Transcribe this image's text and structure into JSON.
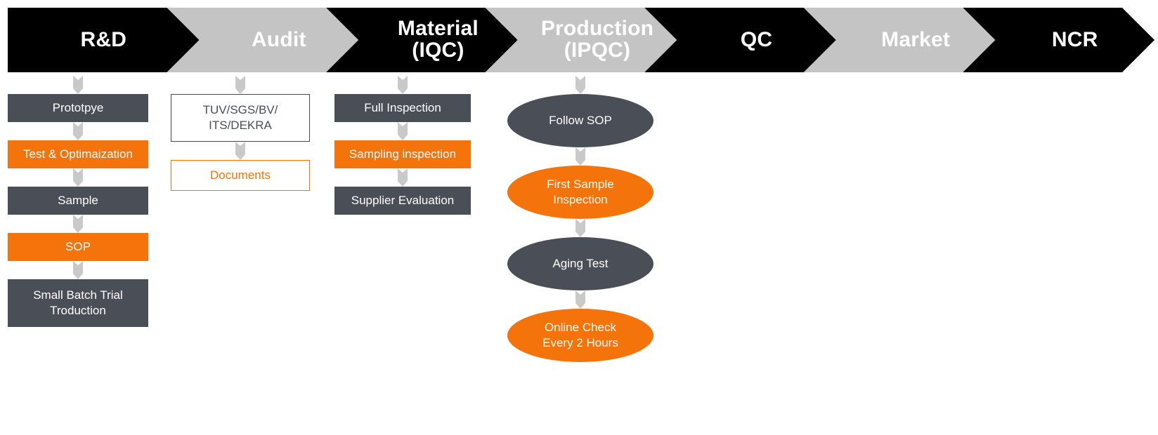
{
  "colors": {
    "black": "#000000",
    "light_gray": "#C4C4C4",
    "dark_slate": "#4A4E57",
    "orange": "#F5730B",
    "white": "#FFFFFF",
    "outline_dark": "#43474F",
    "connector_gray": "#C9C9C9"
  },
  "banner": {
    "stages": [
      {
        "label": "R&D",
        "fill": "black",
        "text": "#FFFFFF"
      },
      {
        "label": "Audit",
        "fill": "light_gray",
        "text": "#FFFFFF"
      },
      {
        "label": "Material\n(IQC)",
        "fill": "black",
        "text": "#FFFFFF"
      },
      {
        "label": "Production\n(IPQC)",
        "fill": "light_gray",
        "text": "#FFFFFF"
      },
      {
        "label": "QC",
        "fill": "black",
        "text": "#FFFFFF"
      },
      {
        "label": "Market",
        "fill": "light_gray",
        "text": "#FFFFFF"
      },
      {
        "label": "NCR",
        "fill": "black",
        "text": "#FFFFFF"
      }
    ]
  },
  "columns": [
    {
      "name": "rd",
      "stage": "R&D",
      "nodes": [
        {
          "label": "Prototpye",
          "shape": "rect",
          "style": "fill-dark",
          "height": 40
        },
        {
          "label": "Test & Optimaization",
          "shape": "rect",
          "style": "fill-orange",
          "height": 40
        },
        {
          "label": "Sample",
          "shape": "rect",
          "style": "fill-dark",
          "height": 40
        },
        {
          "label": "SOP",
          "shape": "rect",
          "style": "fill-orange",
          "height": 40
        },
        {
          "label": "Small Batch Trial\nTroduction",
          "shape": "rect",
          "style": "fill-dark",
          "height": 68
        }
      ]
    },
    {
      "name": "audit",
      "stage": "Audit",
      "nodes": [
        {
          "label": "TUV/SGS/BV/\nITS/DEKRA",
          "shape": "rect",
          "style": "outline-dark",
          "height": 68
        },
        {
          "label": "Documents",
          "shape": "rect",
          "style": "outline-orange",
          "height": 44
        }
      ]
    },
    {
      "name": "material",
      "stage": "Material (IQC)",
      "nodes": [
        {
          "label": "Full Inspection",
          "shape": "rect",
          "style": "fill-dark",
          "height": 40
        },
        {
          "label": "Sampling inspection",
          "shape": "rect",
          "style": "fill-orange",
          "height": 40
        },
        {
          "label": "Supplier Evaluation",
          "shape": "rect",
          "style": "fill-dark",
          "height": 40
        }
      ]
    },
    {
      "name": "production",
      "stage": "Production (IPQC)",
      "nodes": [
        {
          "label": "Follow SOP",
          "shape": "ellipse",
          "style": "fill-dark",
          "height": 76
        },
        {
          "label": "First Sample\nInspection",
          "shape": "ellipse",
          "style": "fill-orange",
          "height": 76
        },
        {
          "label": "Aging Test",
          "shape": "ellipse",
          "style": "fill-dark",
          "height": 76
        },
        {
          "label": "Online Check\nEvery 2 Hours",
          "shape": "ellipse",
          "style": "fill-orange",
          "height": 76
        }
      ]
    }
  ]
}
